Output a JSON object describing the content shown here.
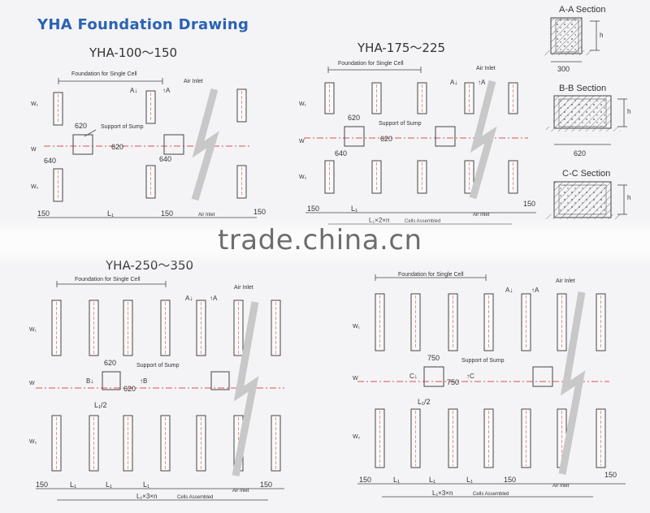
{
  "header": {
    "title": "YHA Foundation Drawing"
  },
  "watermark": "trade.china.cn",
  "colors": {
    "title": "#2b62b4",
    "centerline": "#d9534f",
    "line": "#444444"
  },
  "models": [
    {
      "title": "YHA-100～150",
      "foundation_label": "Foundation for Single Cell",
      "air_inlet_label": "Air Inlet",
      "section_marks": [
        "A",
        "A"
      ],
      "sump_label": "Support of Sump",
      "dims": {
        "sump_w": "620",
        "sump_h": "620",
        "sump_off": "640",
        "sump2_off": "640",
        "edge_left": "150",
        "edge_mid": "150",
        "edge_right": "150",
        "span": "L₁"
      },
      "row_labels": [
        "W₁",
        "W",
        "W₂"
      ]
    },
    {
      "title": "YHA-175～225",
      "foundation_label": "Foundation for Single Cell",
      "air_inlet_label": "Air Inlet",
      "section_marks": [
        "A",
        "A"
      ],
      "sump_label": "Support of Sump",
      "dims": {
        "sump_w": "620",
        "sump_h": "620",
        "sump_off": "640",
        "edge_left": "150",
        "edge_right": "150",
        "span": "L₁"
      },
      "assembled_label": "L₁×2×n",
      "cells_label": "Cells Assembled",
      "row_labels": [
        "W₁",
        "W",
        "W₂"
      ]
    },
    {
      "title": "YHA-250～350",
      "foundation_label": "Foundation for Single Cell",
      "air_inlet_label": "Air Inlet",
      "section_marks": [
        "A",
        "A",
        "B",
        "B"
      ],
      "sump_label": "Support of Sump",
      "dims": {
        "sump_w": "620",
        "sump_h": "620",
        "sump_off": "L₁/2",
        "edge_left": "150",
        "edge_right": "150",
        "span": "L₁"
      },
      "assembled_label": "L₁×3×n",
      "cells_label": "Cells Assembled",
      "row_labels": [
        "W₁",
        "W",
        "W₂"
      ]
    },
    {
      "title": "",
      "foundation_label": "Foundation for Single Cell",
      "air_inlet_label": "Air Inlet",
      "section_marks": [
        "A",
        "A",
        "C",
        "C"
      ],
      "sump_label": "Support of Sump",
      "dims": {
        "sump_w": "750",
        "sump_h": "750",
        "sump_off": "L₁/2",
        "edge_left": "150",
        "edge_right": "150",
        "span": "L₁"
      },
      "assembled_label": "L₁×3×n",
      "cells_label": "Cells Assembled",
      "row_labels": [
        "W₁",
        "W",
        "W₂"
      ]
    }
  ],
  "sections": [
    {
      "title": "A-A Section",
      "width_label": "300",
      "height_label": "h"
    },
    {
      "title": "B-B Section",
      "width_label": "620",
      "height_label": "h"
    },
    {
      "title": "C-C Section",
      "width_label": "",
      "height_label": "h"
    }
  ]
}
